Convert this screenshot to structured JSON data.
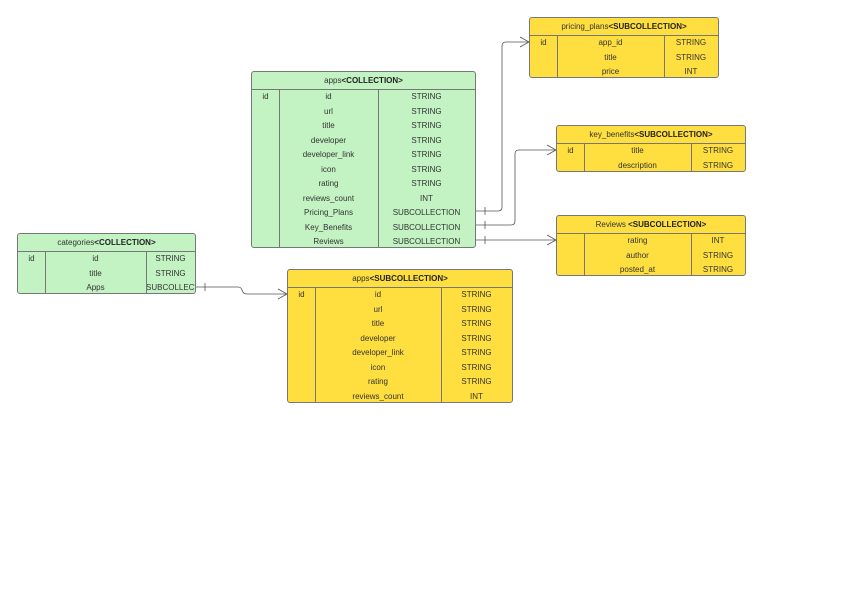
{
  "entities": {
    "apps_collection": {
      "name": "apps",
      "kind": "<COLLECTION>",
      "color": "#c3f2c3",
      "rows": [
        {
          "key": "id",
          "field": "id",
          "type": "STRING"
        },
        {
          "key": "",
          "field": "url",
          "type": "STRING"
        },
        {
          "key": "",
          "field": "title",
          "type": "STRING"
        },
        {
          "key": "",
          "field": "developer",
          "type": "STRING"
        },
        {
          "key": "",
          "field": "developer_link",
          "type": "STRING"
        },
        {
          "key": "",
          "field": "icon",
          "type": "STRING"
        },
        {
          "key": "",
          "field": "rating",
          "type": "STRING"
        },
        {
          "key": "",
          "field": "reviews_count",
          "type": "INT"
        },
        {
          "key": "",
          "field": "Pricing_Plans",
          "type": "SUBCOLLECTION"
        },
        {
          "key": "",
          "field": "Key_Benefits",
          "type": "SUBCOLLECTION"
        },
        {
          "key": "",
          "field": "Reviews",
          "type": "SUBCOLLECTION"
        }
      ]
    },
    "pricing_plans": {
      "name": "pricing_plans",
      "kind": "<SUBCOLLECTION>",
      "color": "#ffdf3f",
      "rows": [
        {
          "key": "id",
          "field": "app_id",
          "type": "STRING"
        },
        {
          "key": "",
          "field": "title",
          "type": "STRING"
        },
        {
          "key": "",
          "field": "price",
          "type": "INT"
        }
      ]
    },
    "key_benefits": {
      "name": "key_benefits",
      "kind": "<SUBCOLLECTION>",
      "color": "#ffdf3f",
      "rows": [
        {
          "key": "id",
          "field": "title",
          "type": "STRING"
        },
        {
          "key": "",
          "field": "description",
          "type": "STRING"
        }
      ]
    },
    "reviews": {
      "name": "Reviews ",
      "kind": "<SUBCOLLECTION>",
      "color": "#ffdf3f",
      "rows": [
        {
          "key": "",
          "field": "rating",
          "type": "INT"
        },
        {
          "key": "",
          "field": "author",
          "type": "STRING"
        },
        {
          "key": "",
          "field": "posted_at",
          "type": "STRING"
        }
      ]
    },
    "categories": {
      "name": "categories",
      "kind": "<COLLECTION>",
      "color": "#c3f2c3",
      "rows": [
        {
          "key": "id",
          "field": "id",
          "type": "STRING"
        },
        {
          "key": "",
          "field": "title",
          "type": "STRING"
        },
        {
          "key": "",
          "field": "Apps",
          "type": "SUBCOLLECTION"
        }
      ]
    },
    "apps_subcollection": {
      "name": "apps",
      "kind": "<SUBCOLLECTION>",
      "color": "#ffdf3f",
      "rows": [
        {
          "key": "id",
          "field": "id",
          "type": "STRING"
        },
        {
          "key": "",
          "field": "url",
          "type": "STRING"
        },
        {
          "key": "",
          "field": "title",
          "type": "STRING"
        },
        {
          "key": "",
          "field": "developer",
          "type": "STRING"
        },
        {
          "key": "",
          "field": "developer_link",
          "type": "STRING"
        },
        {
          "key": "",
          "field": "icon",
          "type": "STRING"
        },
        {
          "key": "",
          "field": "rating",
          "type": "STRING"
        },
        {
          "key": "",
          "field": "reviews_count",
          "type": "INT"
        }
      ]
    }
  }
}
